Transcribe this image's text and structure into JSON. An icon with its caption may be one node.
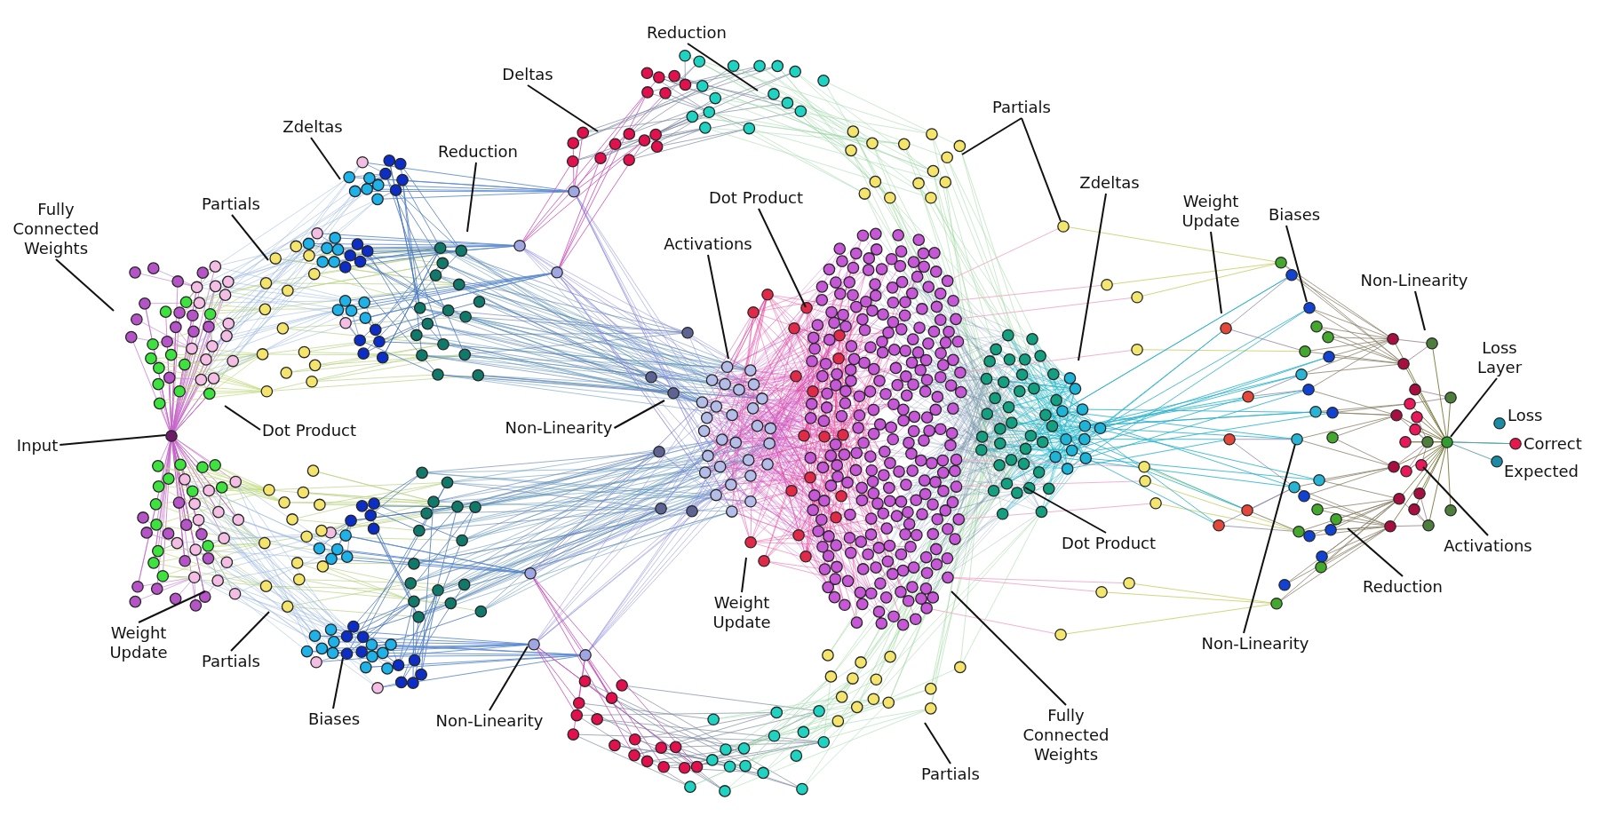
{
  "diagram": {
    "nodes": [
      {
        "text": [
          "Reduction"
        ]
      },
      {
        "text": [
          "Deltas"
        ]
      },
      {
        "text": [
          "Partials"
        ]
      },
      {
        "text": [
          "Zdeltas"
        ]
      },
      {
        "text": [
          "Reduction"
        ]
      },
      {
        "text": [
          "Zdeltas"
        ]
      },
      {
        "text": [
          "Dot Product"
        ]
      },
      {
        "text": [
          "Partials"
        ]
      },
      {
        "text": [
          "Weight Update"
        ]
      },
      {
        "text": [
          "Biases"
        ]
      },
      {
        "text": [
          "Fully Connected Weights"
        ]
      },
      {
        "text": [
          "Activations"
        ]
      },
      {
        "text": [
          "Non-Linearity"
        ]
      },
      {
        "text": [
          "Loss Layer"
        ]
      },
      {
        "text": [
          "Input"
        ]
      },
      {
        "text": [
          "Dot Product"
        ]
      },
      {
        "text": [
          "Non-Linearity"
        ]
      },
      {
        "text": [
          "Dot Product"
        ]
      },
      {
        "text": [
          "Activations"
        ]
      },
      {
        "text": [
          "Reduction"
        ]
      },
      {
        "text": [
          "Weight Update"
        ]
      },
      {
        "text": [
          "Weight Update"
        ]
      },
      {
        "text": [
          "Non-Linearity"
        ]
      },
      {
        "text": [
          "Partials"
        ]
      },
      {
        "text": [
          "Biases"
        ]
      },
      {
        "text": [
          "Non-Linearity"
        ]
      },
      {
        "text": [
          "Fully Connected Weights"
        ]
      },
      {
        "text": [
          "Partials"
        ]
      },
      {
        "text": [],
        "shape": "circle"
      },
      {
        "text": [],
        "shape": "circle"
      },
      {
        "text": [],
        "shape": "circle"
      }
    ],
    "edges": [
      {
        "from": 0,
        "to": null,
        "arrow": "none"
      },
      {
        "from": 1,
        "to": null,
        "arrow": "none"
      },
      {
        "from": 2,
        "to": null,
        "arrow": "none"
      },
      {
        "from": 2,
        "to": 28,
        "arrow": "none"
      },
      {
        "from": 3,
        "to": null,
        "arrow": "none"
      },
      {
        "from": 4,
        "to": null,
        "arrow": "none"
      },
      {
        "from": 5,
        "to": null,
        "arrow": "none"
      },
      {
        "from": 6,
        "to": null,
        "arrow": "none"
      },
      {
        "from": 7,
        "to": null,
        "arrow": "none"
      },
      {
        "from": 8,
        "to": null,
        "arrow": "none"
      },
      {
        "from": 9,
        "to": null,
        "arrow": "none"
      },
      {
        "from": 10,
        "to": null,
        "arrow": "none"
      },
      {
        "from": 11,
        "to": null,
        "arrow": "none"
      },
      {
        "from": 12,
        "to": null,
        "arrow": "none"
      },
      {
        "from": 13,
        "to": 30,
        "arrow": "none"
      },
      {
        "from": 14,
        "to": 29,
        "arrow": "none"
      },
      {
        "from": 15,
        "to": null,
        "arrow": "none"
      },
      {
        "from": 16,
        "to": null,
        "arrow": "none"
      },
      {
        "from": 17,
        "to": null,
        "arrow": "none"
      },
      {
        "from": 18,
        "to": null,
        "arrow": "none"
      },
      {
        "from": 19,
        "to": null,
        "arrow": "none"
      },
      {
        "from": 20,
        "to": null,
        "arrow": "none"
      },
      {
        "from": 21,
        "to": null,
        "arrow": "none"
      },
      {
        "from": 22,
        "to": null,
        "arrow": "none"
      },
      {
        "from": 23,
        "to": null,
        "arrow": "none"
      },
      {
        "from": 24,
        "to": null,
        "arrow": "none"
      },
      {
        "from": 25,
        "to": null,
        "arrow": "none"
      },
      {
        "from": 26,
        "to": null,
        "arrow": "none"
      },
      {
        "from": 27,
        "to": null,
        "arrow": "none"
      }
    ],
    "labels": [
      "Loss",
      "Correct",
      "Expected"
    ]
  }
}
